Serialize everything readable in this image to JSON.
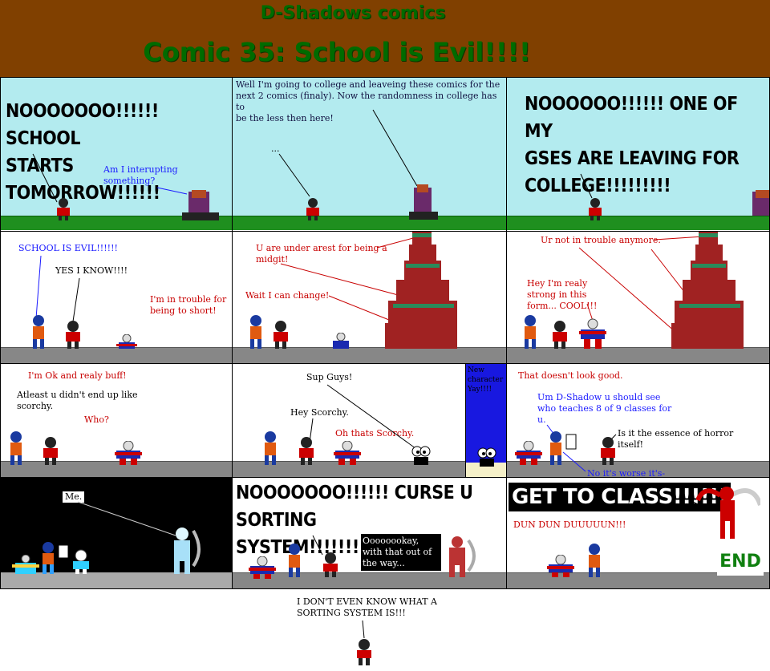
{
  "header": {
    "site_title": "D-Shadows comics",
    "comic_title": "Comic 35: School is Evil!!!!"
  },
  "panels": {
    "p1": {
      "shout": "NOOOOOOO!!!!!! SCHOOL\nSTARTS TOMORROW!!!!!!",
      "speech": "Am I interupting\nsomething?"
    },
    "p2": {
      "speech": "Well I'm going to college and leaveing these comics for the\nnext 2 comics (finaly). Now the randomness in college has to\nbe the less then here!",
      "dots": "..."
    },
    "p3": {
      "shout": "NOOOOOO!!!!!! ONE OF MY\nGSES ARE LEAVING FOR\nCOLLEGE!!!!!!!!!"
    },
    "p4": {
      "line1": "SCHOOL IS EVIL!!!!!!",
      "line2": "YES I KNOW!!!!",
      "line3": "I'm in trouble for\nbeing to short!"
    },
    "p5": {
      "line1": "U are under arest for being a\nmidgit!",
      "line2": "Wait I can change!"
    },
    "p6": {
      "line1": "Ur not in trouble anymore.",
      "line2": "Hey I'm realy\nstrong in this\nform... COOL!!!"
    },
    "p7": {
      "line1": "I'm Ok and realy buff!",
      "line2": "Atleast u didn't end up like\nscorchy.",
      "line3": "Who?"
    },
    "p8": {
      "line1": "Sup Guys!",
      "line2": "Hey Scorchy.",
      "line3": "Oh thats Scorchy.",
      "inset": "New\ncharacter\nYay!!!!"
    },
    "p9": {
      "line1": "That doesn't look good.",
      "line2": "Um D-Shadow u should see\nwho teaches 8 of 9 classes for\nu.",
      "line3": "Is it the essence of horror\nitself!",
      "line4": "No it's worse it's-"
    },
    "p10": {
      "line1": "Me."
    },
    "p11": {
      "shout": "NOOOOOOO!!!!!! CURSE U\nSORTING SYSTEM!!!!!!!!!!!!!",
      "box": "Oooooookay,\nwith that out of\nthe way..."
    },
    "p12": {
      "shout": "GET TO CLASS!!!!!!",
      "line1": "DUN DUN DUUUUUN!!!",
      "end": "END"
    },
    "footer": {
      "line1": "I DON'T EVEN KNOW WHAT A\nSORTING SYSTEM IS!!!"
    }
  },
  "colors": {
    "header_bg": "#804000",
    "title_green": "#006b00",
    "sky": "#b3ebef",
    "grass": "#1f8f1f",
    "floor": "#878787",
    "speech_blue": "#1a1aff",
    "speech_red": "#c80000"
  }
}
